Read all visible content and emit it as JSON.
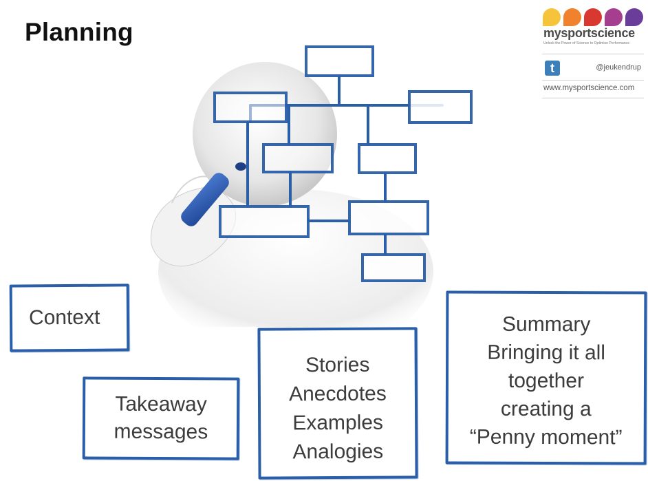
{
  "slide": {
    "title": "Planning"
  },
  "brand": {
    "name": "mysportscience",
    "tagline": "Unlock the Power of Science to Optimise Performance",
    "twitter_handle": "@jeukendrup",
    "website": "www.mysportscience.com",
    "dot_colors": [
      "#f5c43a",
      "#f0822d",
      "#d8382f",
      "#a53e8f",
      "#6a3d9a"
    ],
    "icon": "twitter-icon"
  },
  "boxes": {
    "context": [
      "Context"
    ],
    "takeaway": [
      "Takeaway",
      "messages"
    ],
    "stories": [
      "Stories",
      "Anecdotes",
      "Examples",
      "Analogies"
    ],
    "summary": [
      "Summary",
      "Bringing it all",
      "together",
      "creating a",
      "“Penny moment”"
    ]
  },
  "colors": {
    "box_border": "#2a5ea8",
    "text": "#3c3c3c",
    "title": "#111111"
  }
}
